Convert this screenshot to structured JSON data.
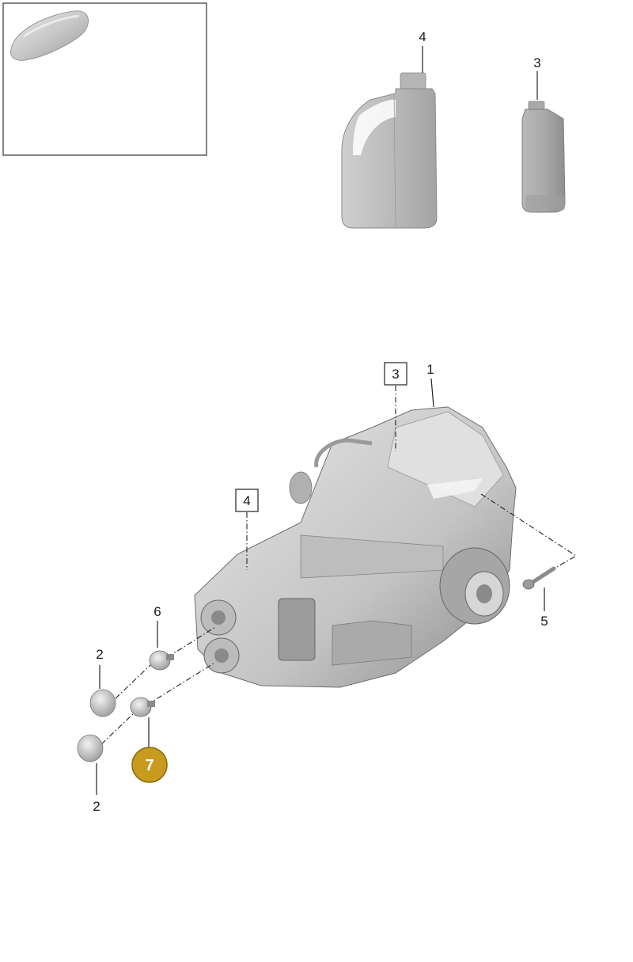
{
  "labels": {
    "jug_large": "4",
    "bottle_small": "3",
    "gearbox": "1",
    "box_top": "3",
    "box_mid": "4",
    "bolt": "5",
    "flange_upper": "6",
    "cap_upper": "2",
    "cap_lower": "2",
    "highlighted": "7"
  },
  "icons": {
    "car_thumbnail": "car-silhouette-icon",
    "oil_jug": "oil-jug-icon",
    "oil_bottle": "oil-bottle-icon",
    "gearbox": "gearbox-icon"
  },
  "colors": {
    "highlight": "#c89a1e",
    "part_light": "#d9d9d9",
    "part_dark": "#8c8c8c"
  }
}
